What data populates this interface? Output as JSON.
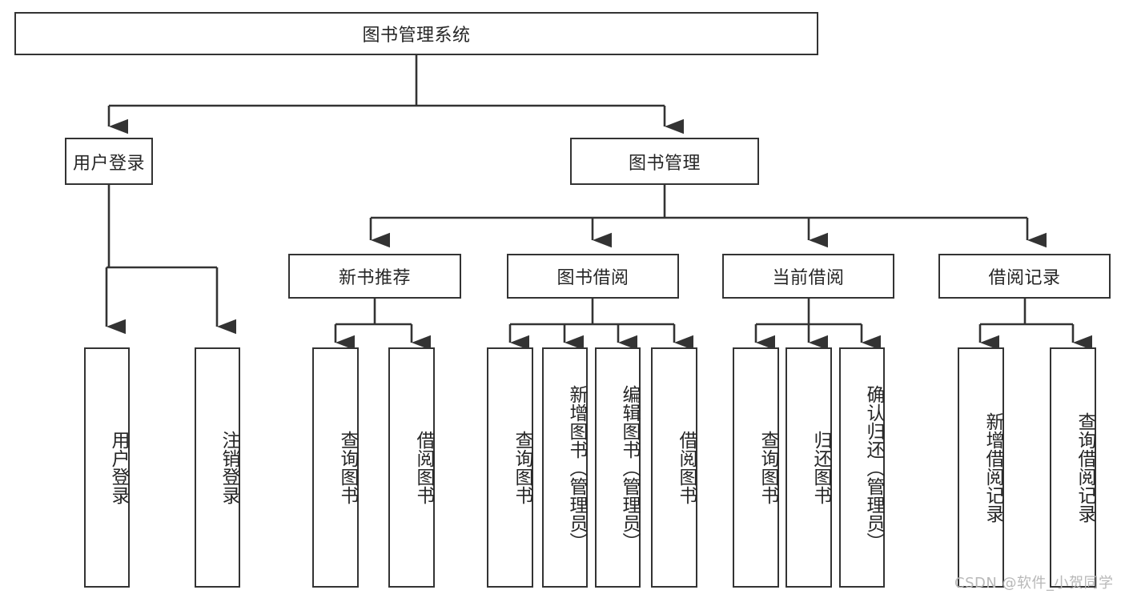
{
  "diagram": {
    "type": "tree",
    "title": "图书管理系统",
    "background": "#ffffff",
    "line_color": "#333333",
    "text_color": "#262626"
  },
  "nodes": {
    "root": {
      "label": "图书管理系统",
      "level": 1
    },
    "l2": [
      {
        "id": "user-login",
        "label": "用户登录"
      },
      {
        "id": "book-manage",
        "label": "图书管理"
      }
    ],
    "l3": [
      {
        "id": "new-book-rec",
        "label": "新书推荐"
      },
      {
        "id": "book-borrow",
        "label": "图书借阅"
      },
      {
        "id": "current-borrow",
        "label": "当前借阅"
      },
      {
        "id": "borrow-record",
        "label": "借阅记录"
      }
    ],
    "leaves": {
      "user_login": [
        {
          "id": "leaf-user-login",
          "label": "用户登录"
        },
        {
          "id": "leaf-logout",
          "label": "注销登录"
        }
      ],
      "new_book_rec": [
        {
          "id": "leaf-query-book-1",
          "label": "查询图书"
        },
        {
          "id": "leaf-borrow-book-1",
          "label": "借阅图书"
        }
      ],
      "book_borrow": [
        {
          "id": "leaf-query-book-2",
          "label": "查询图书"
        },
        {
          "id": "leaf-add-book",
          "label": "新增图书（管理员）"
        },
        {
          "id": "leaf-edit-book",
          "label": "编辑图书（管理员）"
        },
        {
          "id": "leaf-borrow-book-2",
          "label": "借阅图书"
        }
      ],
      "current_borrow": [
        {
          "id": "leaf-query-book-3",
          "label": "查询图书"
        },
        {
          "id": "leaf-return-book",
          "label": "归还图书"
        },
        {
          "id": "leaf-confirm-return",
          "label": "确认归还（管理员）"
        }
      ],
      "borrow_record": [
        {
          "id": "leaf-add-record",
          "label": "新增借阅记录"
        },
        {
          "id": "leaf-query-record",
          "label": "查询借阅记录"
        }
      ]
    }
  },
  "watermark": {
    "text": "CSDN @软件_小贺同学"
  }
}
